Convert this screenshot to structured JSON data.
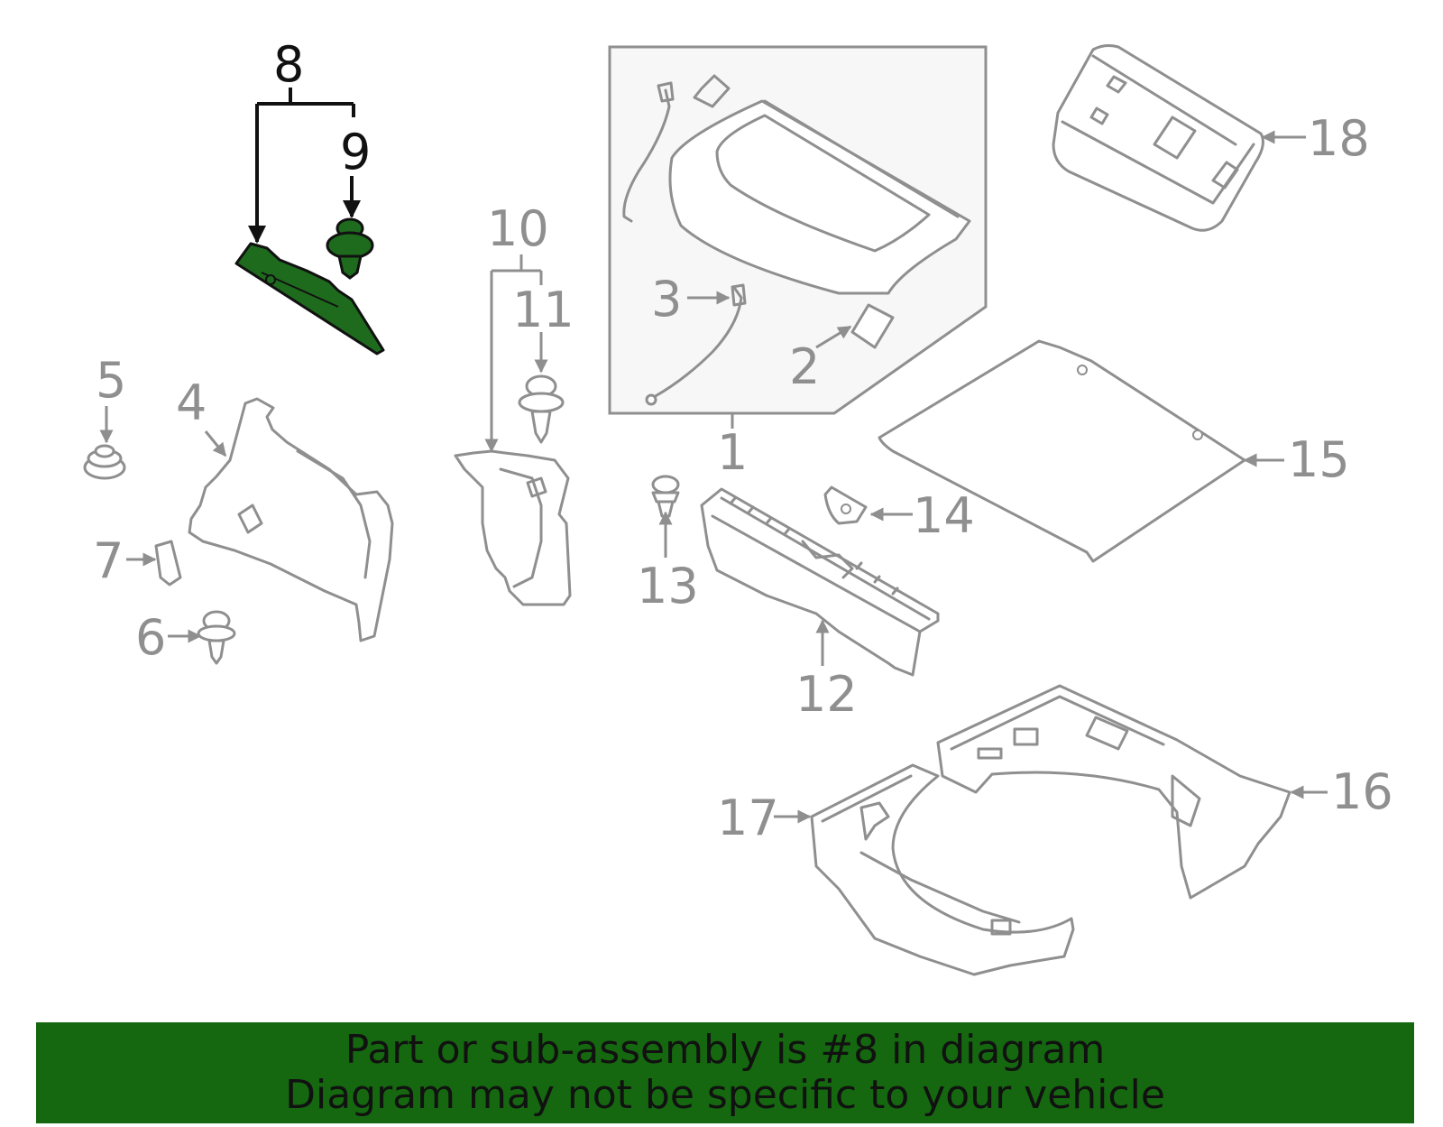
{
  "callouts": {
    "c1": "1",
    "c2": "2",
    "c3": "3",
    "c4": "4",
    "c5": "5",
    "c6": "6",
    "c7": "7",
    "c8": "8",
    "c9": "9",
    "c10": "10",
    "c11": "11",
    "c12": "12",
    "c13": "13",
    "c14": "14",
    "c15": "15",
    "c16": "16",
    "c17": "17",
    "c18": "18"
  },
  "highlighted_parts": [
    "8",
    "9"
  ],
  "banner": {
    "line1": "Part or sub-assembly is #8 in diagram",
    "line2": "Diagram may not be specific to your vehicle"
  },
  "colors": {
    "banner_background": "#15680f",
    "highlight_fill": "#1e6b1e",
    "line_art": "#8f8f8f",
    "highlight_line": "#111111"
  }
}
